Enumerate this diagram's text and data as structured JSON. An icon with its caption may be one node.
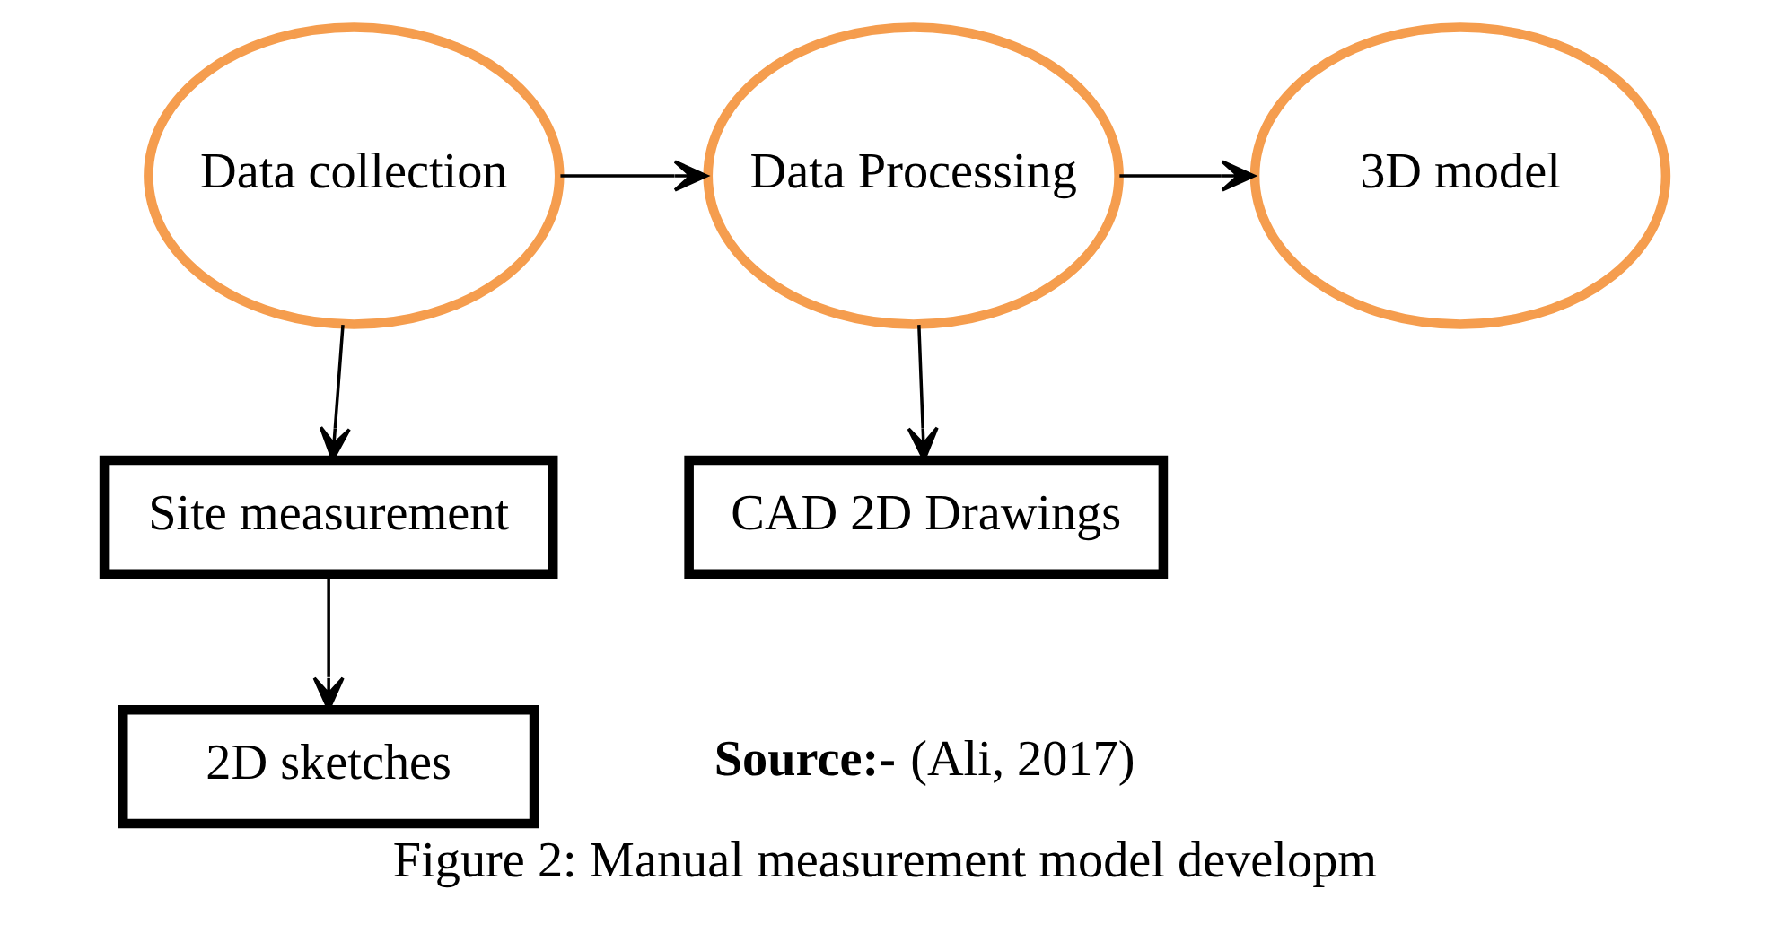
{
  "diagram": {
    "caption": "Figure 2: Manual measurement model developm",
    "nodes": [
      {
        "text": [
          "Data collection"
        ]
      },
      {
        "text": [
          "Data Processing"
        ]
      },
      {
        "text": [
          "3D model"
        ]
      },
      {
        "text": [
          "Site measurement"
        ]
      },
      {
        "text": [
          "CAD 2D Drawings"
        ]
      },
      {
        "text": [
          "2D sketches"
        ]
      }
    ],
    "edges": [
      {
        "from": 0,
        "to": 1,
        "arrow": "to"
      },
      {
        "from": 1,
        "to": 2,
        "arrow": "to"
      },
      {
        "from": 0,
        "to": 3,
        "arrow": "to"
      },
      {
        "from": 1,
        "to": 4,
        "arrow": "to"
      },
      {
        "from": 3,
        "to": 5,
        "arrow": "to"
      }
    ],
    "labels": [
      "**Source:-** (Ali, 2017)"
    ]
  }
}
